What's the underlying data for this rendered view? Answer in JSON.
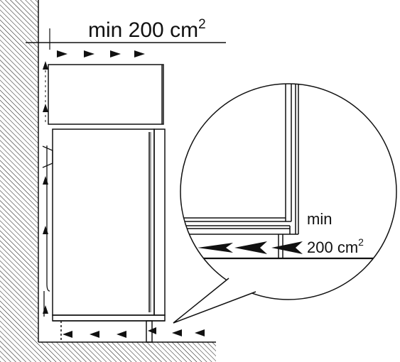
{
  "labels": {
    "top_vent": "min 200 cm",
    "top_vent_sup": "2",
    "detail_min": "min",
    "detail_area": "200 cm",
    "detail_area_sup": "2"
  },
  "colors": {
    "line": "#111111",
    "background": "#ffffff"
  },
  "icons": {
    "airflow_arrow": "arrowhead",
    "hatch": "diagonal-hatch"
  }
}
